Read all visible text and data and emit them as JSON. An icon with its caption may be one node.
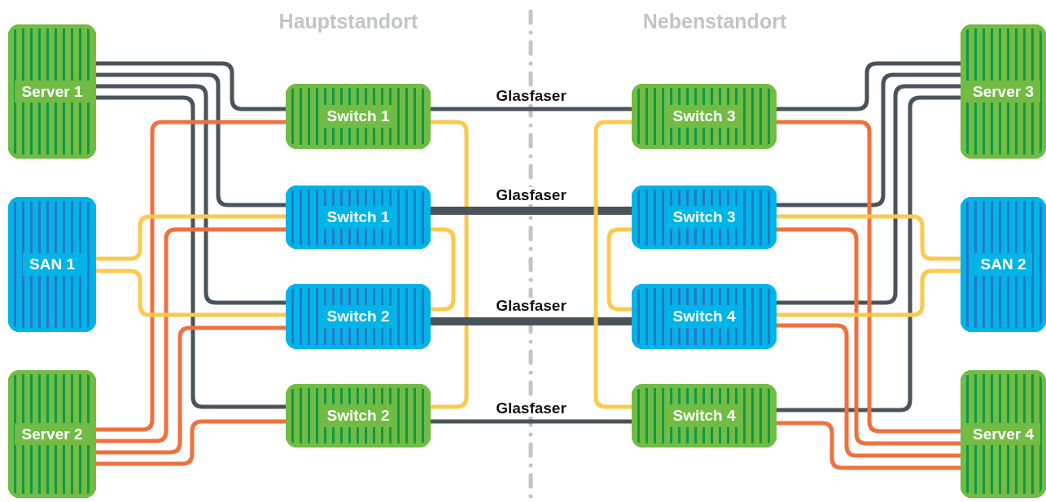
{
  "diagram": {
    "nodes": [
      {
        "text": [
          "Server 1"
        ]
      },
      {
        "text": [
          "SAN 1"
        ]
      },
      {
        "text": [
          "Server 2"
        ]
      },
      {
        "text": [
          "Switch 1"
        ]
      },
      {
        "text": [
          "Switch 1"
        ]
      },
      {
        "text": [
          "Switch 2"
        ]
      },
      {
        "text": [
          "Switch 2"
        ]
      },
      {
        "text": [
          "Switch 3"
        ]
      },
      {
        "text": [
          "Switch 3"
        ]
      },
      {
        "text": [
          "Switch 4"
        ]
      },
      {
        "text": [
          "Switch 4"
        ]
      },
      {
        "text": [
          "Server 3"
        ]
      },
      {
        "text": [
          "SAN 2"
        ]
      },
      {
        "text": [
          "Server 4"
        ]
      }
    ],
    "edges": [
      {
        "from": 0,
        "to": 3,
        "arrow": "none"
      },
      {
        "from": 0,
        "to": 4,
        "arrow": "none"
      },
      {
        "from": 0,
        "to": 5,
        "arrow": "none"
      },
      {
        "from": 0,
        "to": 6,
        "arrow": "none"
      },
      {
        "from": 2,
        "to": 3,
        "arrow": "none",
        "color": "#f07040"
      },
      {
        "from": 2,
        "to": 4,
        "arrow": "none",
        "color": "#f07040"
      },
      {
        "from": 2,
        "to": 5,
        "arrow": "none",
        "color": "#f07040"
      },
      {
        "from": 2,
        "to": 6,
        "arrow": "none",
        "color": "#f07040"
      },
      {
        "from": 1,
        "to": 4,
        "arrow": "none",
        "color": "#fdc94c"
      },
      {
        "from": 1,
        "to": 5,
        "arrow": "none",
        "color": "#fdc94c"
      },
      {
        "from": 3,
        "to": 6,
        "arrow": "none",
        "color": "#fdc94c"
      },
      {
        "from": 4,
        "to": 5,
        "arrow": "none",
        "color": "#fdc94c"
      },
      {
        "from": 3,
        "to": 7,
        "arrow": "none",
        "label": "Glasfaser"
      },
      {
        "from": 4,
        "to": 8,
        "arrow": "none",
        "label": "Glasfaser",
        "style": "thick"
      },
      {
        "from": 5,
        "to": 9,
        "arrow": "none",
        "label": "Glasfaser",
        "style": "thick"
      },
      {
        "from": 6,
        "to": 10,
        "arrow": "none",
        "label": "Glasfaser"
      },
      {
        "from": 11,
        "to": 7,
        "arrow": "none"
      },
      {
        "from": 11,
        "to": 8,
        "arrow": "none"
      },
      {
        "from": 11,
        "to": 9,
        "arrow": "none"
      },
      {
        "from": 11,
        "to": 10,
        "arrow": "none"
      },
      {
        "from": 13,
        "to": 7,
        "arrow": "none",
        "color": "#f07040"
      },
      {
        "from": 13,
        "to": 8,
        "arrow": "none",
        "color": "#f07040"
      },
      {
        "from": 13,
        "to": 9,
        "arrow": "none",
        "color": "#f07040"
      },
      {
        "from": 13,
        "to": 10,
        "arrow": "none",
        "color": "#f07040"
      },
      {
        "from": 12,
        "to": 8,
        "arrow": "none",
        "color": "#fdc94c"
      },
      {
        "from": 12,
        "to": 9,
        "arrow": "none",
        "color": "#fdc94c"
      },
      {
        "from": 7,
        "to": 10,
        "arrow": "none",
        "color": "#fdc94c"
      },
      {
        "from": 8,
        "to": 9,
        "arrow": "none",
        "color": "#fdc94c"
      }
    ],
    "labels": [
      "Hauptstandort",
      "Nebenstandort"
    ]
  }
}
